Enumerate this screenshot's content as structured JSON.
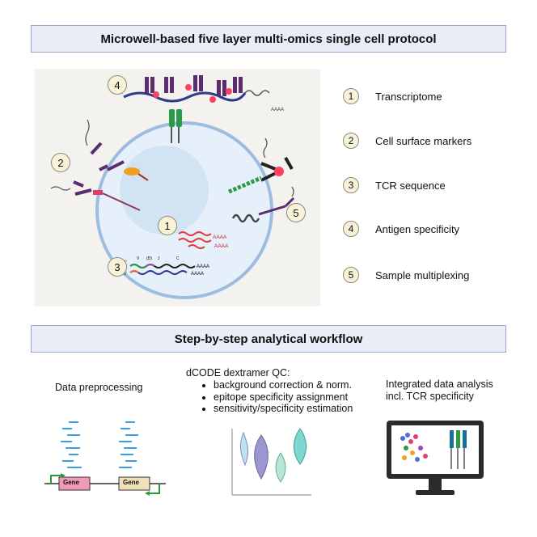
{
  "header": {
    "title": "Microwell-based five layer multi-omics single cell protocol"
  },
  "legend": {
    "items": [
      {
        "num": "1",
        "label": "Transcriptome"
      },
      {
        "num": "2",
        "label": "Cell surface markers"
      },
      {
        "num": "3",
        "label": "TCR sequence"
      },
      {
        "num": "4",
        "label": "Antigen specificity"
      },
      {
        "num": "5",
        "label": "Sample multiplexing"
      }
    ]
  },
  "diagram": {
    "badges": [
      "1",
      "2",
      "3",
      "4",
      "5"
    ],
    "poly_a": "AAAA",
    "tcr_labels": {
      "v": "V",
      "d": "(D)",
      "j": "J",
      "c": "C",
      "five_prime": "5'"
    }
  },
  "workflow": {
    "title": "Step-by-step analytical workflow",
    "preprocessing": {
      "title": "Data preprocessing",
      "gene_label": "Gene"
    },
    "qc": {
      "title": "dCODE dextramer QC:",
      "bullets": [
        "background correction & norm.",
        "epitope specificity assignment",
        "sensitivity/specificity estimation"
      ]
    },
    "integrated": {
      "title_line1": "Integrated data analysis",
      "title_line2": "incl. TCR specificity"
    }
  },
  "colors": {
    "banner_bg": "#e9edf7",
    "cell_membrane": "#9dbde0",
    "cell_fill": "#e6f0fa",
    "badge_fill": "#f8f3d8",
    "antibody_purple": "#5b2c6f",
    "read_blue": "#3aa0e0",
    "gene_pink": "#f29bb8",
    "gene_tan": "#efe0b8",
    "arrow_green": "#2e9a3e",
    "violin_teal": "#7fd8d0",
    "violin_purple": "#9b95d0"
  }
}
